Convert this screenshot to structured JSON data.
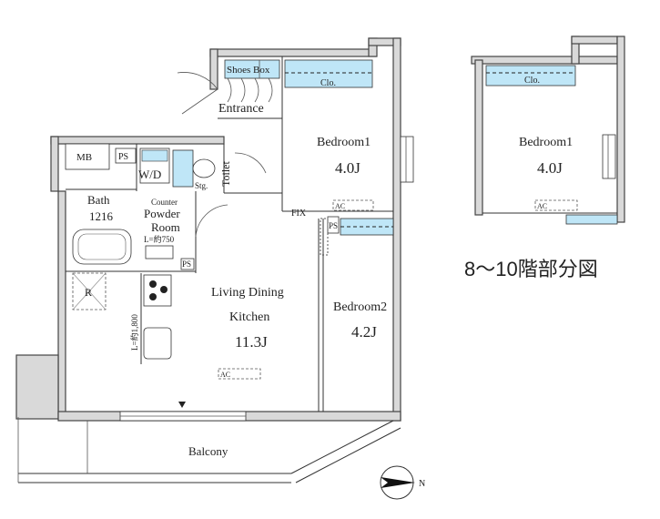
{
  "main_plan": {
    "shoes_box": "Shoes Box",
    "entrance": "Entrance",
    "closet": "Clo.",
    "bedroom1": {
      "name": "Bedroom1",
      "size": "4.0J"
    },
    "mb": "MB",
    "ps_top": "PS",
    "washer": "W/D",
    "toilet": "Toilet",
    "storage": "Stg.",
    "bath": {
      "name": "Bath",
      "size": "1216"
    },
    "counter": "Counter",
    "powder_room": {
      "line1": "Powder",
      "line2": "Room"
    },
    "counter_length": "L=約750",
    "fix": "FIX",
    "ps_mid": "PS",
    "ps_low": "PS",
    "ac_bedroom1": "AC",
    "ac_living": "AC",
    "refrigerator": "R",
    "kitchen_length": "L=約1,800",
    "living": {
      "line1": "Living Dining",
      "line2": "Kitchen",
      "size": "11.3J"
    },
    "bedroom2": {
      "name": "Bedroom2",
      "size": "4.2J"
    },
    "balcony": "Balcony",
    "north": "N"
  },
  "partial_plan": {
    "closet": "Clo.",
    "bedroom1": {
      "name": "Bedroom1",
      "size": "4.0J"
    },
    "ac": "AC",
    "caption": "8～10階部分図"
  },
  "colors": {
    "closet_fill": "#bfe6f7",
    "wall_fill": "#d9d9d9"
  }
}
